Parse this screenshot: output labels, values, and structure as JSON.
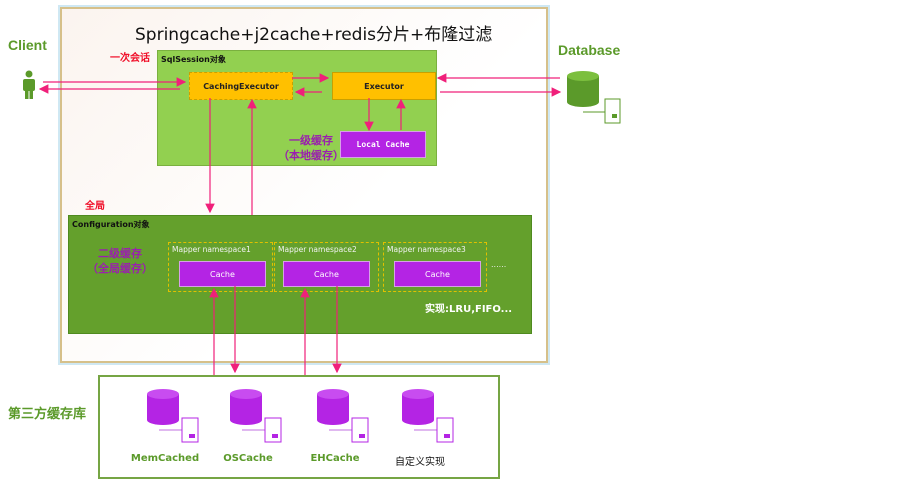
{
  "title": "Springcache+j2cache+redis分片+布隆过滤",
  "client_label": "Client",
  "database_label": "Database",
  "session_label": "一次会话",
  "global_label": "全局",
  "sqlsession": {
    "title": "SqlSession对象",
    "caching_executor": "CachingExecutor",
    "executor": "Executor",
    "local_cache": "Local Cache",
    "level1_line1": "一级缓存",
    "level1_line2": "（本地缓存）"
  },
  "configuration": {
    "title": "Configuration对象",
    "level2_line1": "二级缓存",
    "level2_line2": "（全局缓存）",
    "mappers": [
      {
        "label": "Mapper namespace1",
        "cache": "Cache"
      },
      {
        "label": "Mapper namespace2",
        "cache": "Cache"
      },
      {
        "label": "Mapper namespace3",
        "cache": "Cache"
      }
    ],
    "ellipsis": "......",
    "impl_note": "实现:LRU,FIFO..."
  },
  "third_party": {
    "label": "第三方缓存库",
    "stores": [
      "MemCached",
      "OSCache",
      "EHCache",
      "自定义实现"
    ]
  },
  "colors": {
    "arrow": "#f0207a",
    "green": "#5b9a2a",
    "purple": "#b424e4",
    "executor": "#ffc000"
  }
}
